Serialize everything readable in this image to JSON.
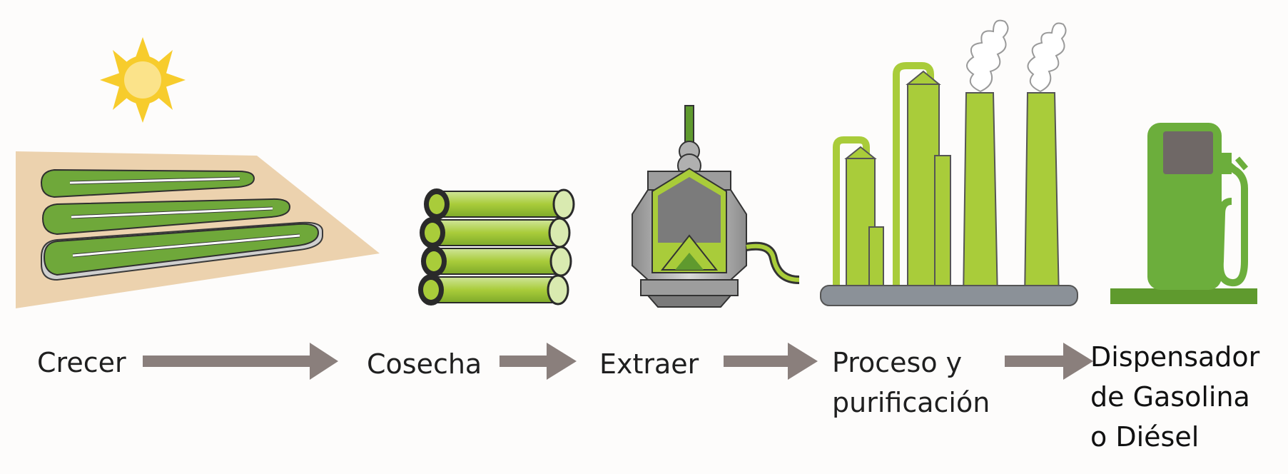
{
  "steps": [
    {
      "lines": [
        "Crecer"
      ]
    },
    {
      "lines": [
        "Cosecha"
      ]
    },
    {
      "lines": [
        "Extraer"
      ]
    },
    {
      "lines": [
        "Proceso y",
        "purificación"
      ]
    },
    {
      "lines": [
        "Dispensador",
        "de Gasolina",
        "o Diésel"
      ]
    }
  ],
  "icons": [
    "sun-icon",
    "algae-pond-icon",
    "harvest-tubes-icon",
    "extractor-icon",
    "refinery-icon",
    "fuel-pump-icon"
  ],
  "colors": {
    "green_light": "#a9cc3a",
    "green_dark": "#5f9a2e",
    "grey_arrow": "#8a7f7c",
    "sun": "#f7cc2c",
    "sand": "#ecd2ae",
    "metal": "#a8a8a8"
  }
}
